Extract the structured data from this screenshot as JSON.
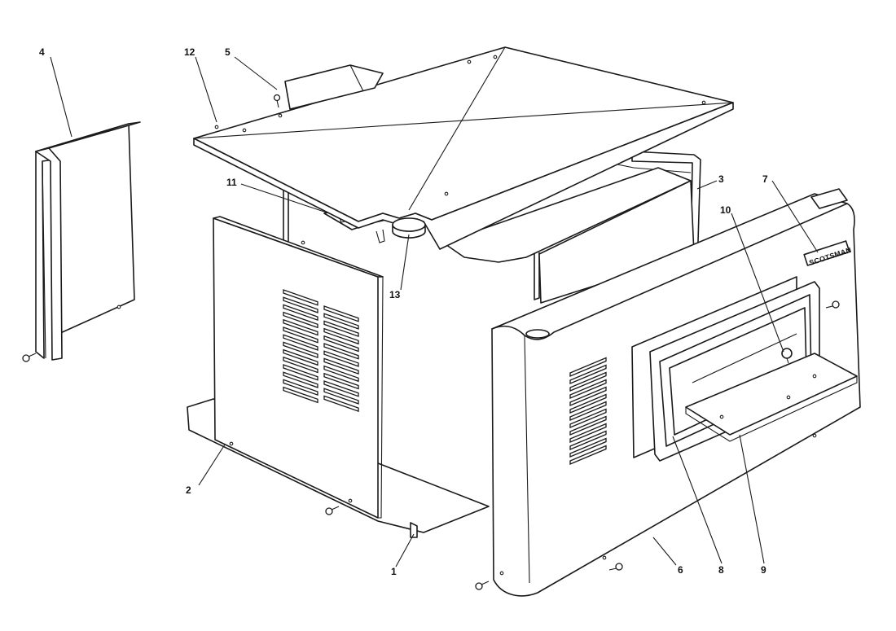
{
  "callouts": {
    "c1": "1",
    "c2": "2",
    "c3": "3",
    "c4": "4",
    "c5": "5",
    "c6": "6",
    "c7": "7",
    "c8": "8",
    "c9": "9",
    "c10": "10",
    "c11": "11",
    "c12": "12",
    "c13": "13"
  },
  "brand_label": "SCOTSMAN"
}
